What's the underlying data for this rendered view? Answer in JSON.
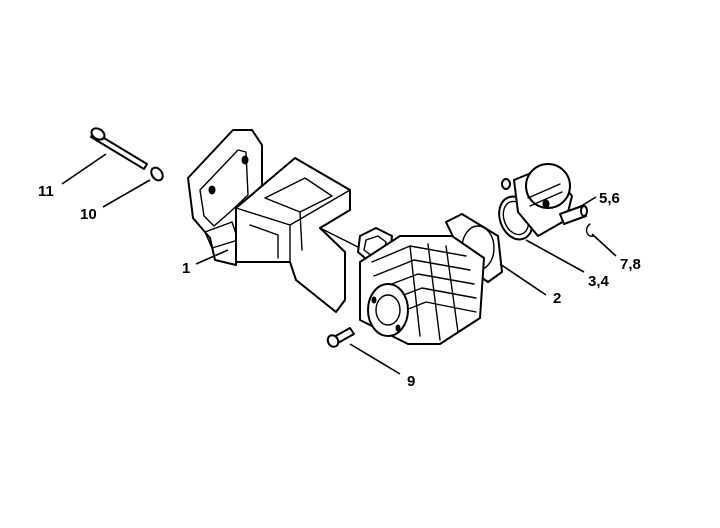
{
  "callouts": {
    "c1": "1",
    "c2": "2",
    "c34": "3,4",
    "c56": "5,6",
    "c78": "7,8",
    "c9": "9",
    "c10": "10",
    "c11": "11"
  }
}
